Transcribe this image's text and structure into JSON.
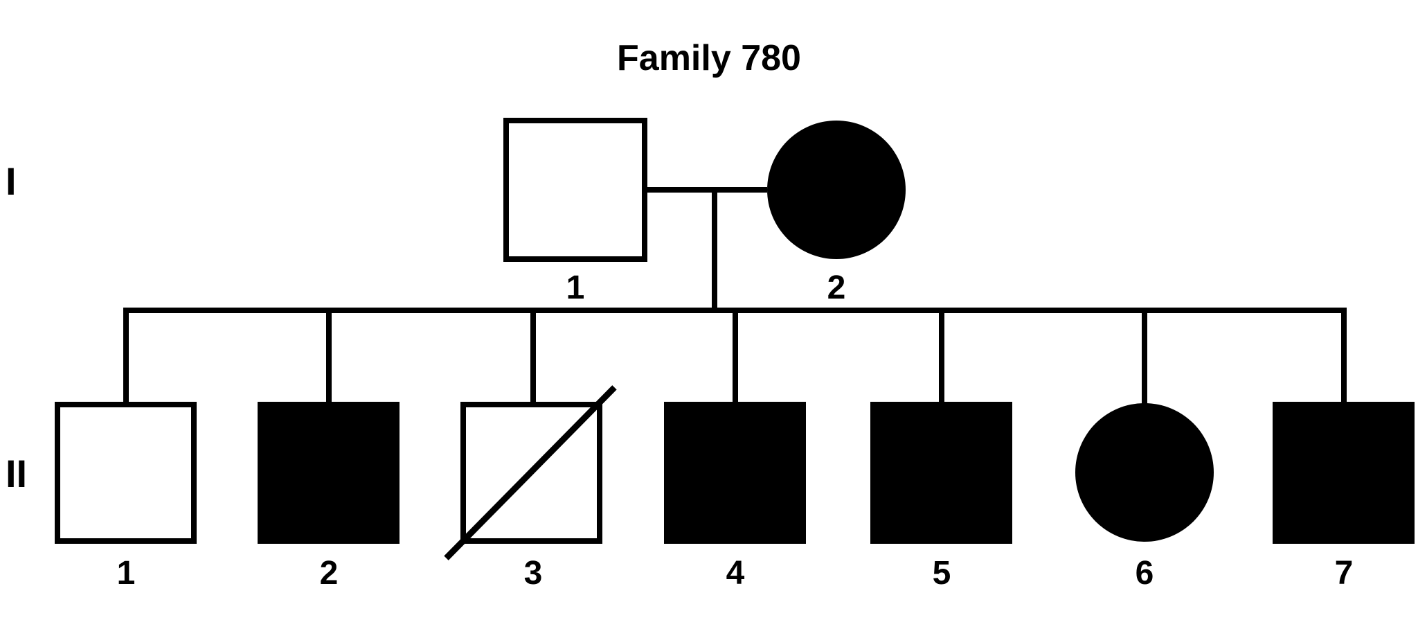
{
  "title": "Family 780",
  "colors": {
    "ink": "#000000",
    "paper": "#ffffff"
  },
  "generations": [
    {
      "label": "I",
      "individuals": [
        {
          "id": "I-1",
          "label": "1",
          "sex": "male",
          "symbol": "open-square",
          "affected": false,
          "deceased": false
        },
        {
          "id": "I-2",
          "label": "2",
          "sex": "female",
          "symbol": "filled-circle",
          "affected": true,
          "deceased": false
        }
      ]
    },
    {
      "label": "II",
      "individuals": [
        {
          "id": "II-1",
          "label": "1",
          "sex": "male",
          "symbol": "open-square",
          "affected": false,
          "deceased": false
        },
        {
          "id": "II-2",
          "label": "2",
          "sex": "male",
          "symbol": "filled-square",
          "affected": true,
          "deceased": false
        },
        {
          "id": "II-3",
          "label": "3",
          "sex": "male",
          "symbol": "open-square-slashed",
          "affected": false,
          "deceased": true
        },
        {
          "id": "II-4",
          "label": "4",
          "sex": "male",
          "symbol": "filled-square",
          "affected": true,
          "deceased": false
        },
        {
          "id": "II-5",
          "label": "5",
          "sex": "male",
          "symbol": "filled-square",
          "affected": true,
          "deceased": false
        },
        {
          "id": "II-6",
          "label": "6",
          "sex": "female",
          "symbol": "filled-circle",
          "affected": true,
          "deceased": false
        },
        {
          "id": "II-7",
          "label": "7",
          "sex": "male",
          "symbol": "filled-square",
          "affected": true,
          "deceased": false
        }
      ]
    }
  ],
  "family": {
    "couple": [
      "I-1",
      "I-2"
    ],
    "children": [
      "II-1",
      "II-2",
      "II-3",
      "II-4",
      "II-5",
      "II-6",
      "II-7"
    ]
  }
}
